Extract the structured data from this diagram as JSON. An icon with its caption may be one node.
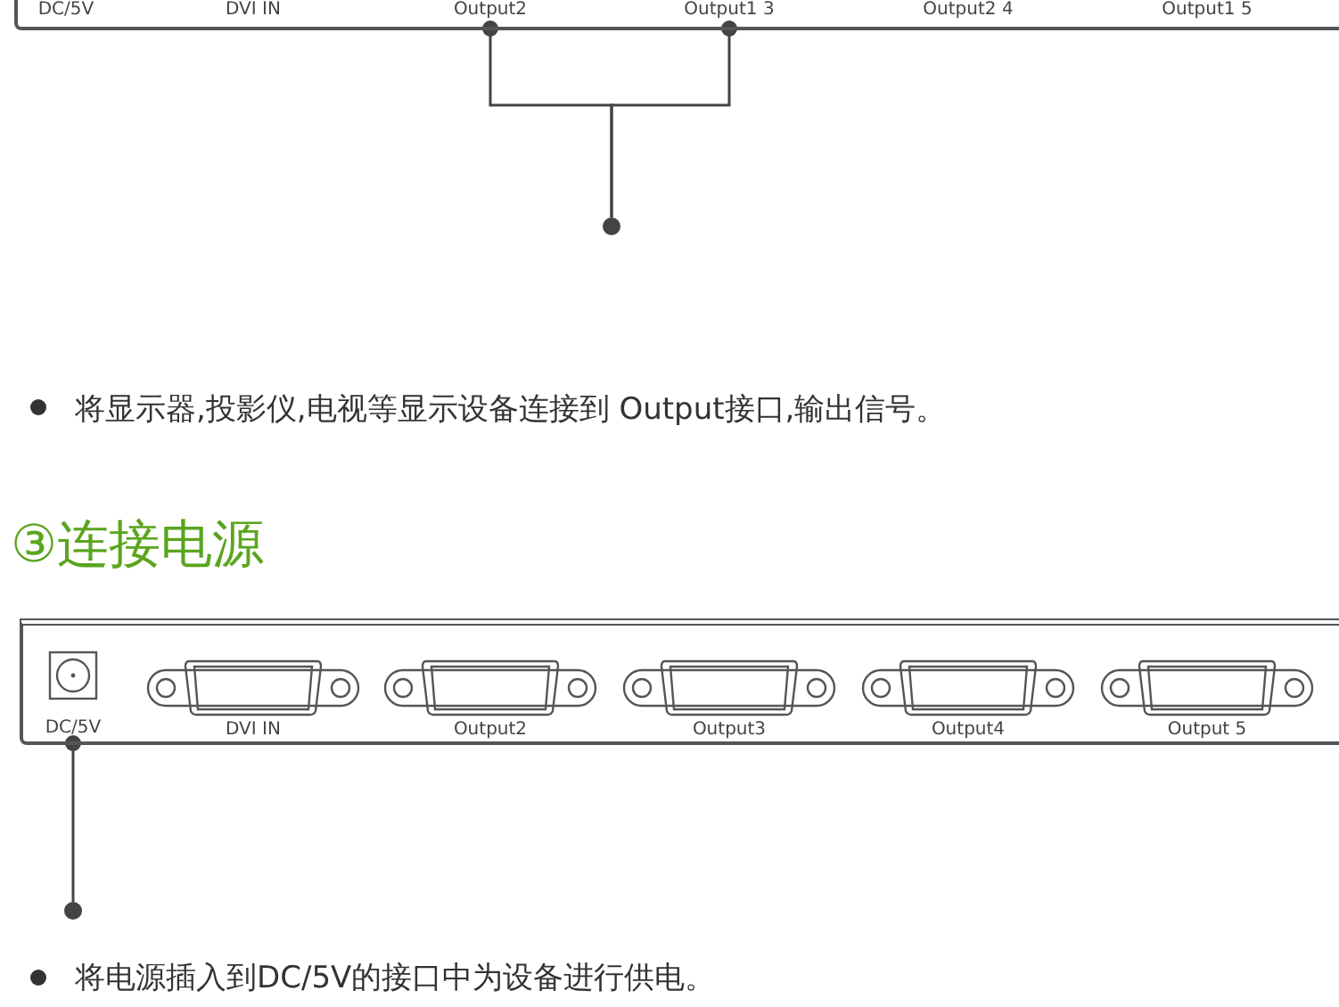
{
  "diagram": {
    "nodes": [
      {
        "text": [],
        "shape": "box"
      },
      {
        "text": [
          "DC/5V"
        ],
        "in": 0
      },
      {
        "text": [
          "DVI IN"
        ],
        "in": 0
      },
      {
        "text": [
          "Output2"
        ],
        "in": 0
      },
      {
        "text": [
          "Output1 3"
        ],
        "in": 0
      },
      {
        "text": [
          "Output2 4"
        ],
        "in": 0
      },
      {
        "text": [
          "Output1 5"
        ],
        "in": 0
      },
      {
        "text": [],
        "shape": "circle"
      },
      {
        "text": [],
        "shape": "box"
      },
      {
        "text": [
          "DC/5V"
        ],
        "in": 8
      },
      {
        "text": [
          "DVI IN"
        ],
        "in": 8
      },
      {
        "text": [
          "Output2"
        ],
        "in": 8
      },
      {
        "text": [
          "Output3"
        ],
        "in": 8
      },
      {
        "text": [
          "Output4"
        ],
        "in": 8
      },
      {
        "text": [
          "Output 5"
        ],
        "in": 8
      },
      {
        "text": [],
        "shape": "circle"
      }
    ],
    "edges": [
      {
        "from": 3,
        "to": 7,
        "arrow": "other"
      },
      {
        "from": 4,
        "to": 7,
        "arrow": "other"
      },
      {
        "from": 9,
        "to": 15,
        "arrow": "other"
      }
    ],
    "labels": [
      "将显示器,投影仪,电视等显示设备连接到 Output接口,输出信号。",
      "③连接电源",
      "将电源插入到DC/5V的接口中为设备进行供电。"
    ]
  }
}
